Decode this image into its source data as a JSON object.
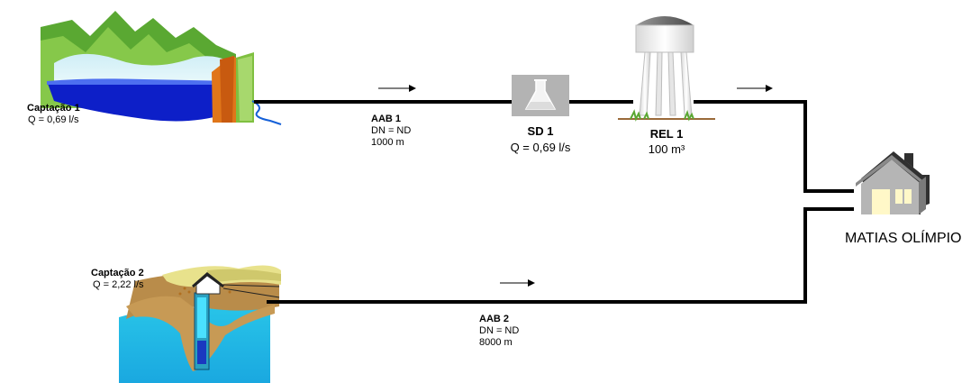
{
  "capture1": {
    "title": "Captação 1",
    "flow": "Q = 0,69 l/s"
  },
  "capture2": {
    "title": "Captação 2",
    "flow": "Q = 2,22 l/s"
  },
  "aab1": {
    "title": "AAB 1",
    "dn": "DN = ND",
    "length": "1000 m"
  },
  "aab2": {
    "title": "AAB 2",
    "dn": "DN = ND",
    "length": "8000 m"
  },
  "sd1": {
    "title": "SD 1",
    "flow": "Q = 0,69 l/s"
  },
  "rel1": {
    "title": "REL 1",
    "volume": "100 m³"
  },
  "destination": {
    "name": "MATIAS OLÍMPIO"
  },
  "colors": {
    "pipe": "#000000",
    "water": "#1a2fd0",
    "hill_green": "#6fbf3a",
    "sd_box": "#b3b3b3"
  }
}
